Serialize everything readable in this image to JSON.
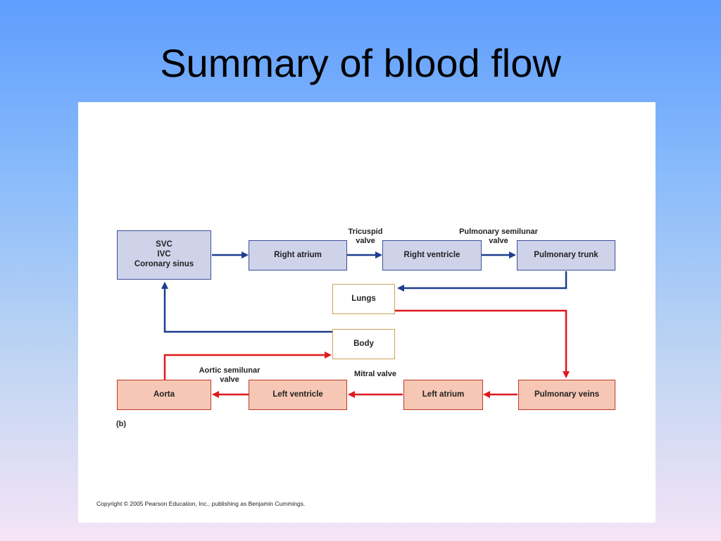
{
  "slide": {
    "title": "Summary of blood flow"
  },
  "diagram": {
    "nodes": {
      "svc_block": [
        "SVC",
        "IVC",
        "Coronary sinus"
      ],
      "right_atrium": "Right atrium",
      "right_ventricle": "Right ventricle",
      "pulmonary_trunk": "Pulmonary trunk",
      "lungs": "Lungs",
      "body": "Body",
      "aorta": "Aorta",
      "left_ventricle": "Left ventricle",
      "left_atrium": "Left atrium",
      "pulmonary_veins": "Pulmonary veins"
    },
    "labels": {
      "tricuspid_valve": [
        "Tricuspid",
        "valve"
      ],
      "pulmonary_semilunar_valve": [
        "Pulmonary semilunar",
        "valve"
      ],
      "aortic_semilunar_valve": [
        "Aortic semilunar",
        "valve"
      ],
      "mitral_valve": "Mitral valve"
    },
    "figure_tag": "(b)",
    "copyright": "Copyright © 2005 Pearson Education, Inc., publishing as Benjamin Cummings.",
    "colors": {
      "deoxygenated_arrow": "#1f3d8f",
      "oxygenated_arrow": "#e0181b",
      "blue_box_fill": "#cfd3ea",
      "red_box_fill": "#f6c7b4"
    }
  }
}
